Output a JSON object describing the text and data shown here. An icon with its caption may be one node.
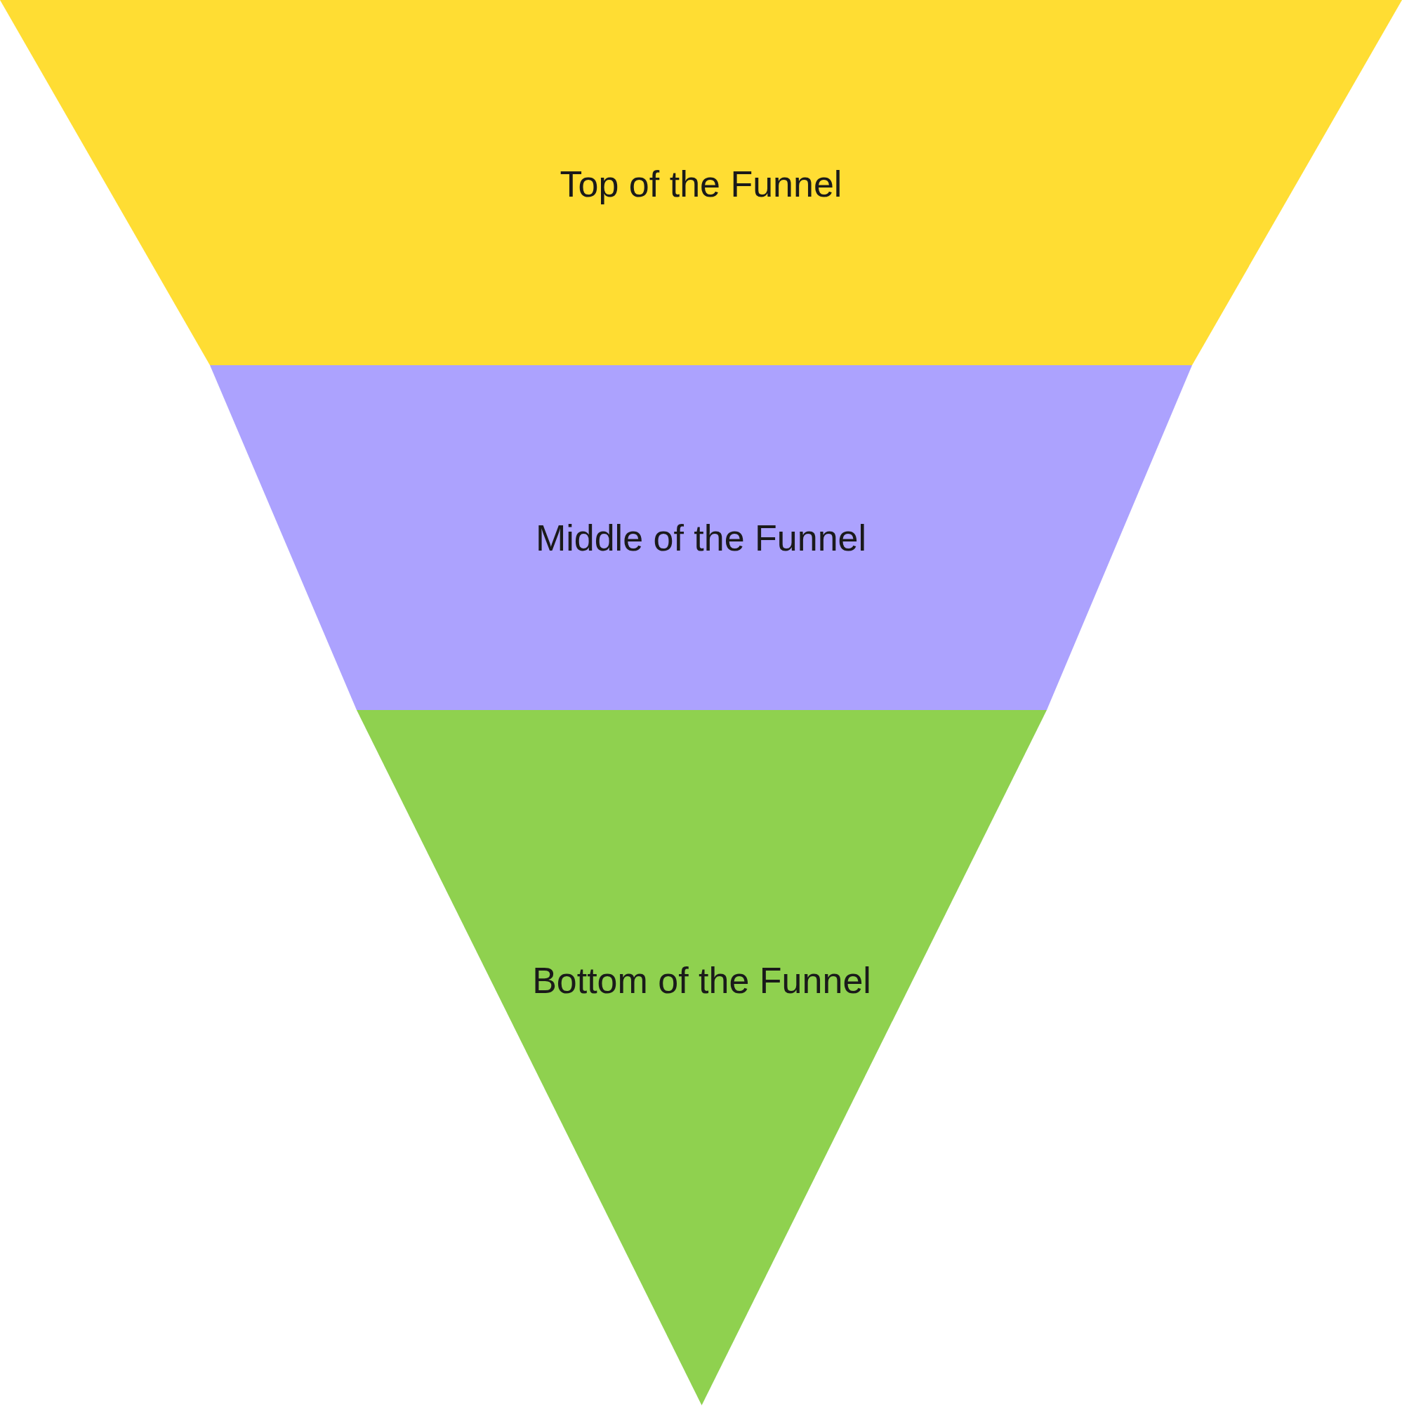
{
  "diagram": {
    "nodes": [
      {
        "text": [
          "Top of the Funnel"
        ]
      },
      {
        "text": [
          "Middle of the Funnel"
        ]
      },
      {
        "text": [
          "Bottom of the Funnel"
        ]
      }
    ]
  }
}
